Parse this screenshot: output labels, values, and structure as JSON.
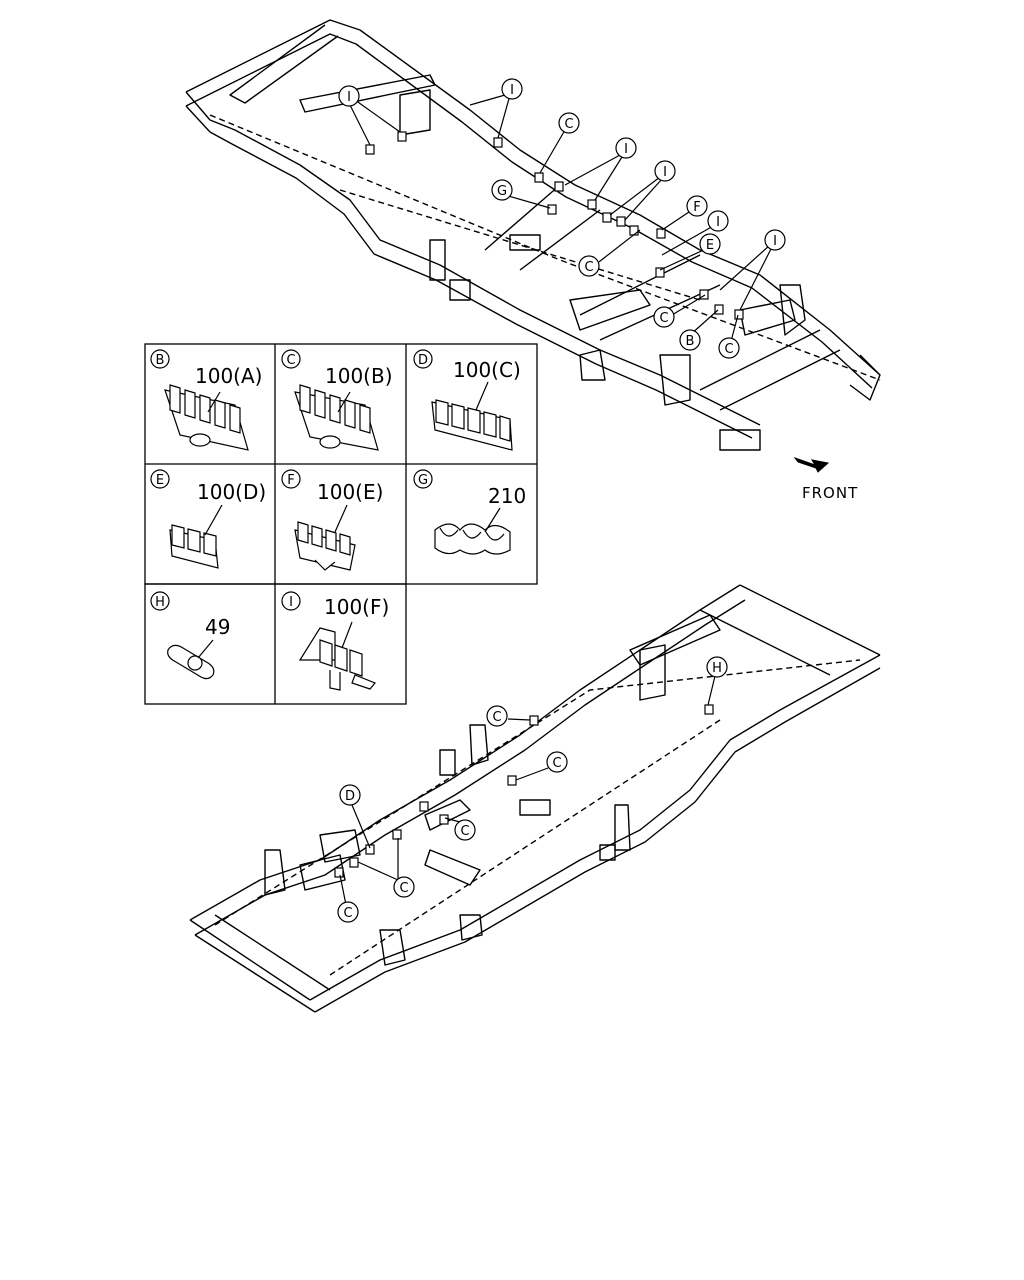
{
  "front_label": "FRONT",
  "panels": [
    {
      "letter": "B",
      "part": "100(A)"
    },
    {
      "letter": "C",
      "part": "100(B)"
    },
    {
      "letter": "D",
      "part": "100(C)"
    },
    {
      "letter": "E",
      "part": "100(D)"
    },
    {
      "letter": "F",
      "part": "100(E)"
    },
    {
      "letter": "G",
      "part": "210"
    },
    {
      "letter": "H",
      "part": "49"
    },
    {
      "letter": "I",
      "part": "100(F)"
    }
  ],
  "callouts_top": [
    "I",
    "I",
    "C",
    "I",
    "G",
    "I",
    "F",
    "I",
    "C",
    "E",
    "I",
    "C",
    "B",
    "C"
  ],
  "callouts_bottom": [
    "H",
    "C",
    "C",
    "D",
    "C",
    "C",
    "C"
  ]
}
